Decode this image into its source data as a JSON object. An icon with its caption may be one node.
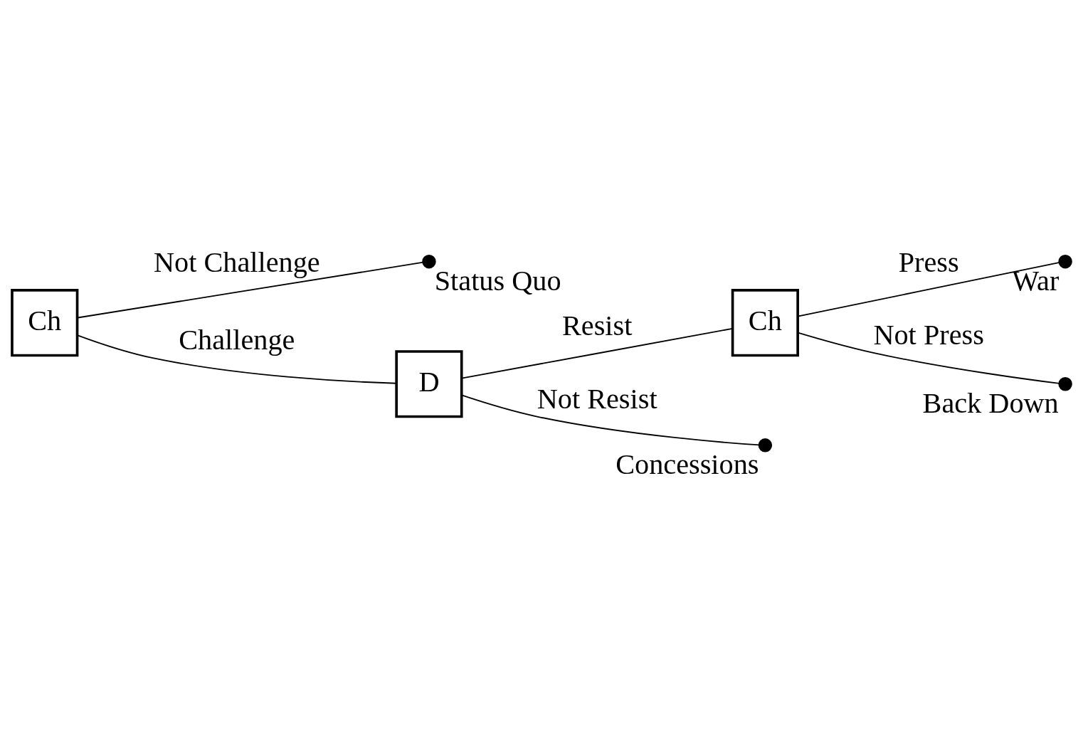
{
  "diagram": {
    "nodes": [
      {
        "text": [
          "Ch"
        ]
      },
      {
        "text": [],
        "shape": "circle",
        "beside": [
          "Status Quo"
        ]
      },
      {
        "text": [
          "D"
        ]
      },
      {
        "text": [
          "Ch"
        ]
      },
      {
        "text": [],
        "shape": "circle",
        "beside": [
          "War"
        ]
      },
      {
        "text": [],
        "shape": "circle",
        "beside": [
          "Back Down"
        ]
      },
      {
        "text": [],
        "shape": "circle",
        "beside": [
          "Concessions"
        ]
      }
    ],
    "edges": [
      {
        "from": 0,
        "to": 1,
        "arrow": "none",
        "label": "Not Challenge"
      },
      {
        "from": 0,
        "to": 2,
        "arrow": "none",
        "label": "Challenge"
      },
      {
        "from": 2,
        "to": 3,
        "arrow": "none",
        "label": "Resist"
      },
      {
        "from": 2,
        "to": 6,
        "arrow": "none",
        "label": "Not Resist"
      },
      {
        "from": 3,
        "to": 4,
        "arrow": "none",
        "label": "Press"
      },
      {
        "from": 3,
        "to": 5,
        "arrow": "none",
        "label": "Not Press"
      }
    ]
  }
}
